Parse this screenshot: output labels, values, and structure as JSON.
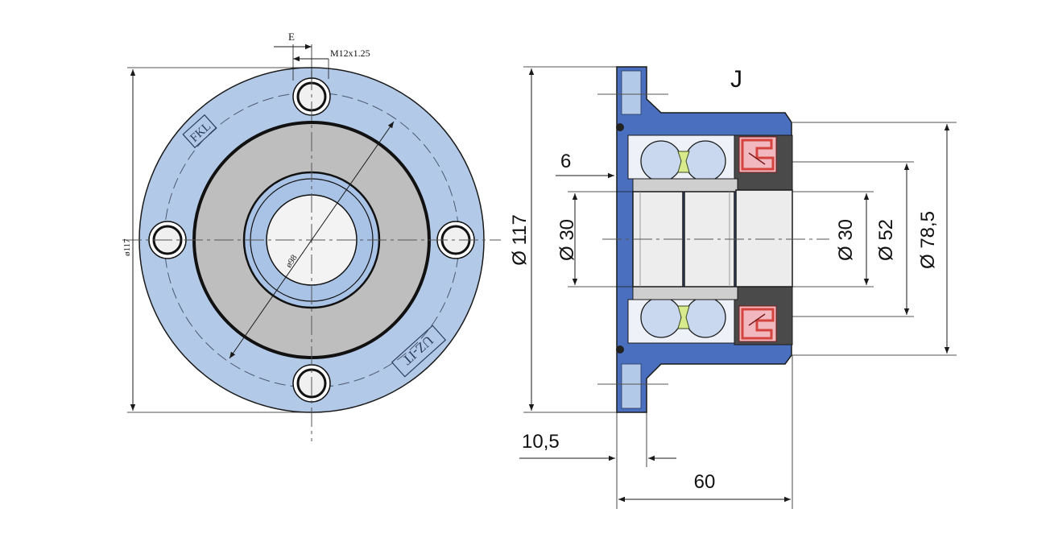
{
  "colors": {
    "flange": "#b3c9e8",
    "flange_dark": "#4a6fbe",
    "gray_ring": "#bebebe",
    "light_ring": "#a9c3e6",
    "bore": "#f3f3f3",
    "ink": "#1a1a1a",
    "seal_red": "#d4433d",
    "seal_pink": "#f2b8c0",
    "ball": "#c9d8ef",
    "cage": "#d9ea8c",
    "sleeve": "#ededed"
  },
  "front_view": {
    "dim_E": "E",
    "thread": "M12x1.25",
    "dia_outer": "ø117",
    "dia_pcd": "ø98",
    "brand": "FKL",
    "model": "UZ-IT"
  },
  "side_view": {
    "view_label": "J",
    "dim_6": "6",
    "dim_d117": "Ø 117",
    "dim_d30_left": "Ø 30",
    "dim_d30_right": "Ø 30",
    "dim_d52": "Ø 52",
    "dim_d785": "Ø 78,5",
    "dim_105": "10,5",
    "dim_60": "60"
  }
}
